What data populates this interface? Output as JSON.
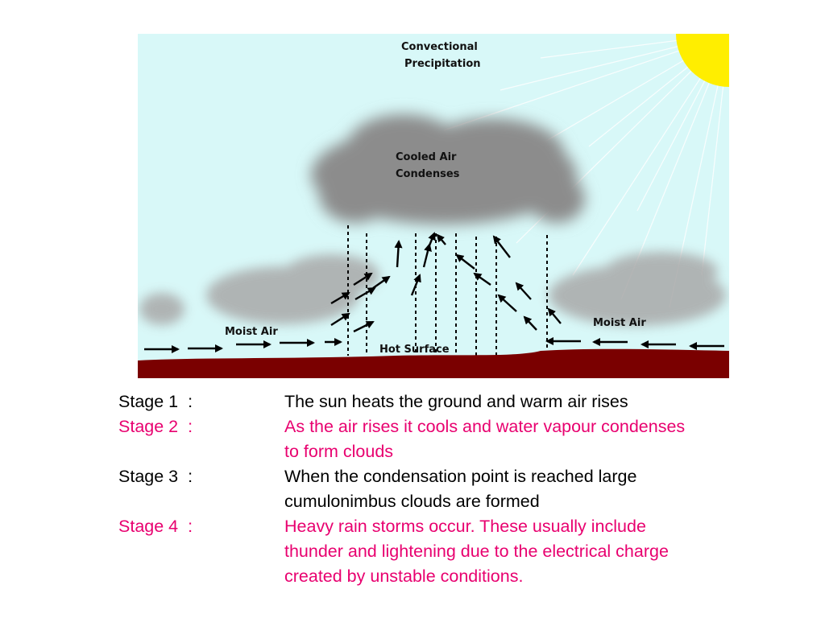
{
  "diagram": {
    "title_line1": "Convectional",
    "title_line2": "Precipitation",
    "cloud_label_line1": "Cooled Air",
    "cloud_label_line2": "Condenses",
    "left_label": "Moist Air",
    "right_label": "Moist Air",
    "surface_label": "Hot Surface",
    "colors": {
      "sky": "#d8f8f8",
      "sun": "#ffee00",
      "cloud": "#8c8c8c",
      "ground": "#7a0000",
      "arrow": "#000000"
    }
  },
  "stages": [
    {
      "label": "Stage 1  :",
      "color": "#000000",
      "lines": [
        "The sun heats the ground and warm air rises"
      ]
    },
    {
      "label": "Stage 2  :",
      "color": "#e8006f",
      "lines": [
        "As the air rises it cools and water vapour condenses",
        "to form clouds"
      ]
    },
    {
      "label": "Stage 3  :",
      "color": "#000000",
      "lines": [
        "When the condensation point is reached large",
        "cumulonimbus clouds are formed"
      ]
    },
    {
      "label": "Stage 4  :",
      "color": "#e8006f",
      "lines": [
        "Heavy rain storms occur.  These usually include",
        "thunder and lightening due to the electrical charge",
        "created by unstable conditions."
      ]
    }
  ]
}
